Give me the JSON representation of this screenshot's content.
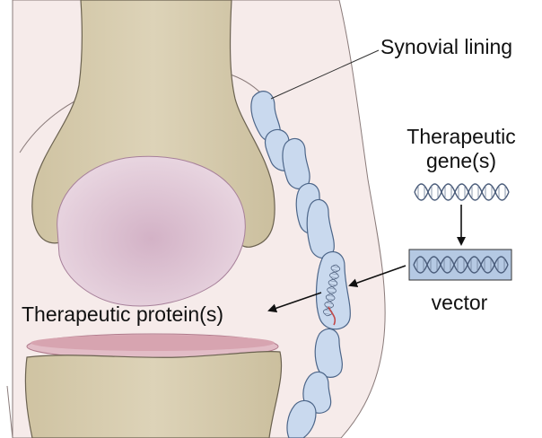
{
  "labels": {
    "synovial_lining": "Synovial lining",
    "therapeutic_gene_line1": "Therapeutic",
    "therapeutic_gene_line2": "gene(s)",
    "vector": "vector",
    "therapeutic_protein": "Therapeutic protein(s)"
  },
  "colors": {
    "bone": "#d6ccae",
    "bone_stroke": "#6b6250",
    "cartilage": "#ddc6d4",
    "cartilage_stroke": "#a7809a",
    "capsule_fill": "#f6ebea",
    "synovial_cell": "#c9d9ee",
    "synovial_cell_stroke": "#4d6689",
    "vector_box": "#b5c9e3",
    "dna": "#4a5c7a",
    "dna_red": "#c24848",
    "disc": "#d7a4b0"
  },
  "icons": {
    "dna": "dna-helix-icon",
    "arrow": "arrow-icon"
  }
}
